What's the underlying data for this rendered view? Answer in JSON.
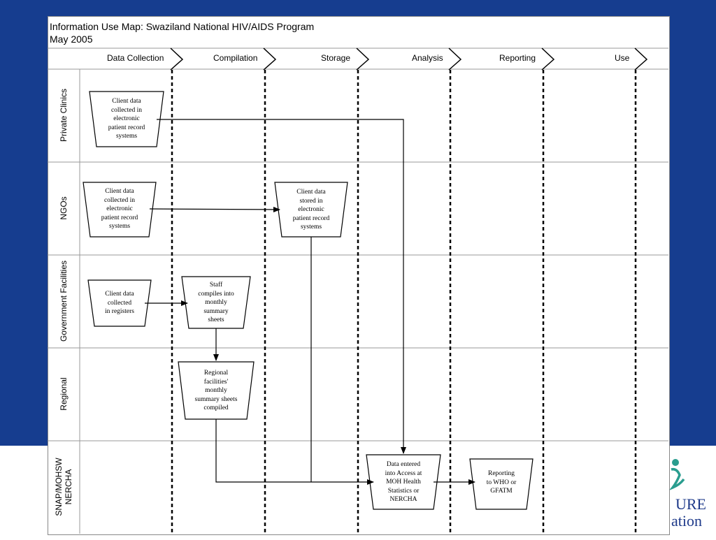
{
  "title": {
    "line1": "Information Use Map:  Swaziland National HIV/AIDS Program",
    "line2": "May 2005"
  },
  "phases": [
    "Data Collection",
    "Compilation",
    "Storage",
    "Analysis",
    "Reporting",
    "Use"
  ],
  "lanes": [
    "Private Clinics",
    "NGOs",
    "Government Facilities",
    "Regional",
    "SNAP/MOHSW|NERCHA"
  ],
  "nodes": {
    "private_collect": "Client data|collected in|electronic|patient record|systems",
    "ngo_collect": "Client data|collected in|electronic|patient record|systems",
    "ngo_store": "Client data|stored in|electronic|patient record|systems",
    "gov_collect": "Client data|collected|in registers",
    "gov_compile": "Staff|compiles into|monthly|summary|sheets",
    "regional_compile": "Regional|facilities'|monthly|summary sheets|compiled",
    "snap_analysis": "Data entered|into Access at|MOH Health|Statistics or|NERCHA",
    "snap_reporting": "Reporting|to WHO or|GFATM"
  },
  "logo": {
    "text": "URE|ation",
    "colors": {
      "figure": "#2a9d8f",
      "text": "#1e3a8a"
    }
  },
  "colors": {
    "background": "#163d8f",
    "line": "#000000",
    "grid": "#999999"
  }
}
